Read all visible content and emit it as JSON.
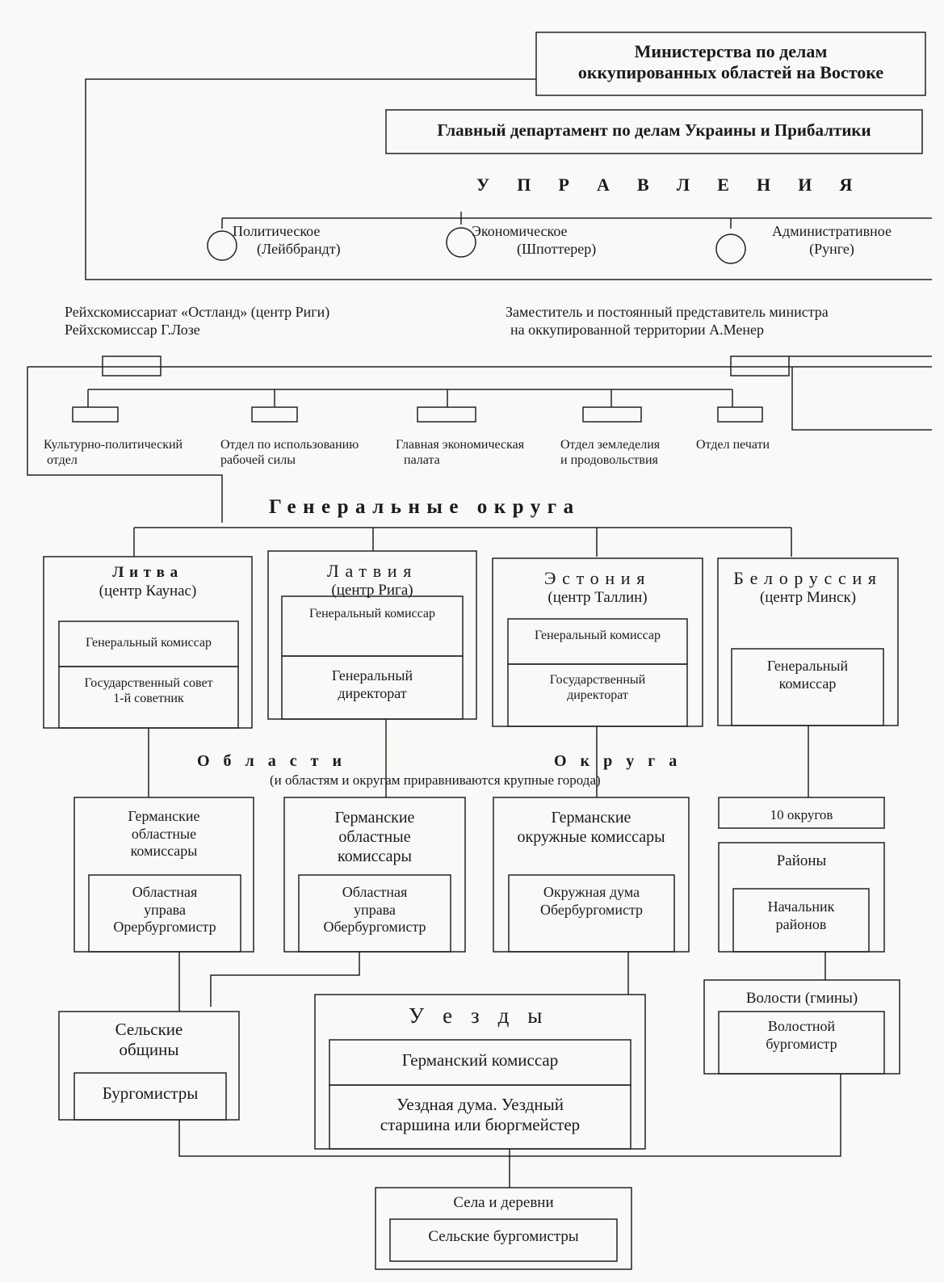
{
  "ministry": {
    "title_line1": "Министерства по делам",
    "title_line2": "оккупированных областей на Востоке",
    "department": "Главный департамент по делам Украины и Прибалтики"
  },
  "upravleniya": {
    "heading": "У П Р А В Л Е Н И Я",
    "items": [
      {
        "name": "Политическое",
        "head": "(Лейббрандт)"
      },
      {
        "name": "Экономическое",
        "head": "(Шпоттерер)"
      },
      {
        "name": "Административное",
        "head": "(Рунге)"
      }
    ]
  },
  "reichskommissariat": {
    "line1": "Рейхскомиссариат  «Остланд» (центр Риги)",
    "line2": "Рейхскомиссар Г.Лозе"
  },
  "deputy": {
    "line1": "Заместитель и постоянный представитель министра",
    "line2": "на оккупированной территории А.Менер"
  },
  "departments": [
    {
      "line1": "Культурно-политический",
      "line2": "отдел"
    },
    {
      "line1": "Отдел по использованию",
      "line2": "рабочей силы"
    },
    {
      "line1": "Главная экономическая",
      "line2": "палата"
    },
    {
      "line1": "Отдел земледелия",
      "line2": "и продовольствия"
    },
    {
      "line1": "Отдел печати",
      "line2": ""
    }
  ],
  "general_districts": {
    "heading": "Генеральные округа",
    "lithuania": {
      "name": "Литва",
      "center": "(центр Каунас)",
      "box1": "Генеральный комиссар",
      "box2_line1": "Государственный совет",
      "box2_line2": "1-й советник"
    },
    "latvia": {
      "name": "Латвия",
      "center": "(центр Рига)",
      "box1": "Генеральный комиссар",
      "box2_line1": "Генеральный",
      "box2_line2": "директорат"
    },
    "estonia": {
      "name": "Эстония",
      "center": "(центр Таллин)",
      "box1": "Генеральный  комиссар",
      "box2_line1": "Государственный",
      "box2_line2": "директорат"
    },
    "belarus": {
      "name": "Белоруссия",
      "center": "(центр Минск)",
      "box1_line1": "Генеральный",
      "box1_line2": "комиссар"
    }
  },
  "regions": {
    "oblasti": "О б л а с т и",
    "okruga": "О к р у г а",
    "note": "(и областям и округам приравниваются крупные города)"
  },
  "regional_boxes": {
    "lit": {
      "line1": "Германские",
      "line2": "областные",
      "line3": "комиссары",
      "inner1": "Областная",
      "inner2": "управа",
      "inner3": "Орербургомистр"
    },
    "lat": {
      "line1": "Германские",
      "line2": "областные",
      "line3": "комиссары",
      "inner1": "Областная",
      "inner2": "управа",
      "inner3": "Обербургомистр"
    },
    "est": {
      "line1": "Германские",
      "line2": "окружные комиссары",
      "inner1": "Окружная дума",
      "inner2": "Обербургомистр"
    },
    "bel_okruga": "10 округов",
    "bel_rayony": "Районы",
    "bel_nach1": "Начальник",
    "bel_nach2": "районов"
  },
  "lower": {
    "selskie1": "Сельские",
    "selskie2": "общины",
    "burgomistry": "Бургомистры",
    "uezdy": "У е з д ы",
    "uezd_komissar": "Германский комиссар",
    "uezd_duma1": "Уездная дума. Уездный",
    "uezd_duma2": "старшина  или бюргмейстер",
    "volosti": "Волости (гмины)",
    "volost_burg1": "Волостной",
    "volost_burg2": "бургомистр",
    "sela": "Села и деревни",
    "sela_burg": "Сельские бургомистры"
  }
}
